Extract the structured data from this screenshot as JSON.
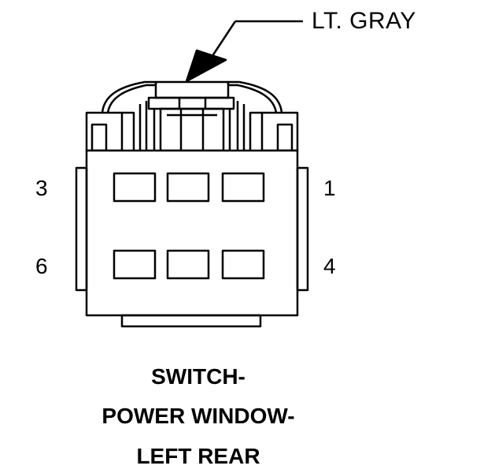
{
  "connector": {
    "color_label": "LT. GRAY",
    "pins": {
      "top_left": "3",
      "top_right": "1",
      "bottom_left": "6",
      "bottom_right": "4"
    }
  },
  "caption": {
    "line1": "SWITCH-",
    "line2": "POWER WINDOW-",
    "line3": "LEFT REAR"
  },
  "colors": {
    "ink": "#000000",
    "paper": "#ffffff"
  }
}
